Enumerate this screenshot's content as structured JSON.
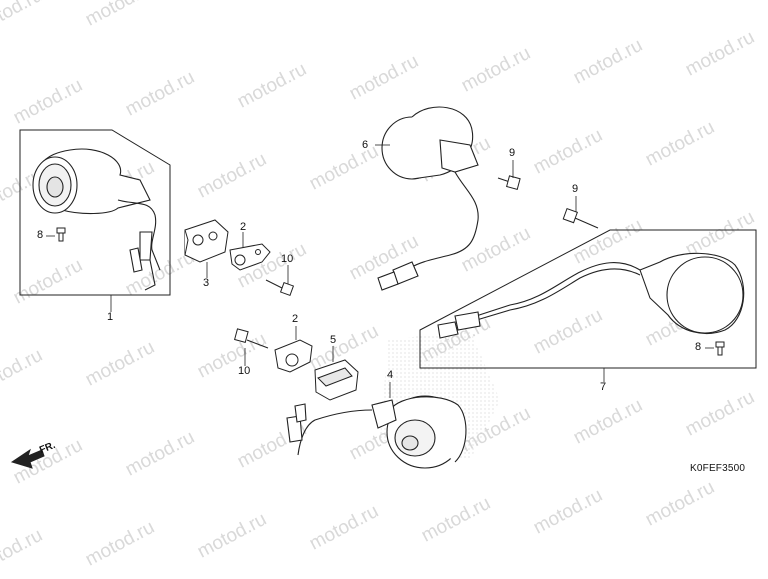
{
  "watermark": {
    "text": "motod.ru",
    "color": "#d9d9d9"
  },
  "callouts": {
    "c1": "1",
    "c2a": "2",
    "c2b": "2",
    "c3": "3",
    "c4": "4",
    "c5": "5",
    "c6": "6",
    "c7": "7",
    "c8a": "8",
    "c8b": "8",
    "c9a": "9",
    "c9b": "9",
    "c10a": "10",
    "c10b": "10"
  },
  "direction_label": "FR.",
  "diagram_code": "K0FEF3500",
  "icons": {
    "winker": "turn-signal-icon",
    "screw": "screw-icon",
    "bolt": "bolt-icon",
    "bracket": "bracket-icon",
    "rubber": "rubber-mount-icon",
    "socket": "socket-icon",
    "arrow": "arrow-left-icon"
  }
}
